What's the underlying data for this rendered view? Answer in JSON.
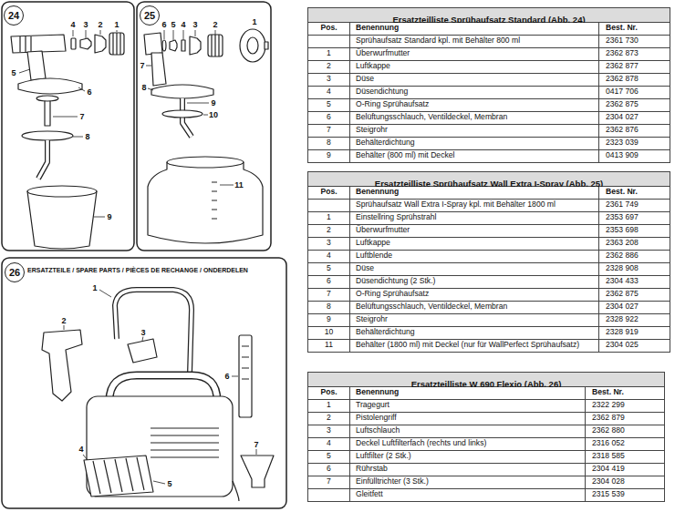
{
  "diagram": {
    "nodes": [
      {
        "text": [
          "24"
        ]
      },
      {
        "text": [
          "25"
        ]
      },
      {
        "text": [
          "26"
        ]
      },
      {
        "text": [
          "Ersatzteilliste Sprühaufsatz Standard (Abb. 24)"
        ]
      },
      {
        "text": [
          "Ersatzteilliste Sprühaufsatz Wall Extra I-Spray (Abb. 25)"
        ]
      },
      {
        "text": [
          "Ersatzteilliste W 690 Flexio (Abb. 26)"
        ]
      }
    ],
    "labels": [
      "4",
      "3",
      "2",
      "1",
      "5",
      "6",
      "7",
      "8",
      "9",
      "6",
      "5",
      "4",
      "3",
      "2",
      "1",
      "7",
      "8",
      "9",
      "10",
      "11",
      "ERSATZTEILE / SPARE PARTS / PIÈCES DE RECHANGE / ONDERDELEN",
      "1",
      "2",
      "3",
      "6",
      "4",
      "5",
      "7",
      "Pos.",
      "Benennung",
      "Best. Nr.",
      "Sprühaufsatz Standard kpl. mit Behälter 800 ml",
      "2361 730",
      "1",
      "Überwurfmutter",
      "2362 873",
      "2",
      "Luftkappe",
      "2362 877",
      "3",
      "Düse",
      "2362 878",
      "4",
      "Düsendichtung",
      "0417 706",
      "5",
      "O-Ring Sprühaufsatz",
      "2362 875",
      "6",
      "Belüftungsschlauch, Ventildeckel, Membran",
      "2304 027",
      "7",
      "Steigrohr",
      "2362 876",
      "8",
      "Behälterdichtung",
      "2323 039",
      "9",
      "Behälter (800 ml) mit Deckel",
      "0413 909",
      "Pos.",
      "Benennung",
      "Best. Nr.",
      "Sprühaufsatz Wall Extra I-Spray kpl. mit Behälter 1800 ml",
      "2361 749",
      "1",
      "Einstellring Sprühstrahl",
      "2353 697",
      "2",
      "Überwurfmutter",
      "2353 698",
      "3",
      "Luftkappe",
      "2363 208",
      "4",
      "Luftblende",
      "2362 886",
      "5",
      "Düse",
      "2328 908",
      "6",
      "Düsendichtung (2 Stk.)",
      "2304 433",
      "7",
      "O-Ring Sprühaufsatz",
      "2362 875",
      "8",
      "Belüftungsschlauch, Ventildeckel, Membran",
      "2304 027",
      "9",
      "Steigrohr",
      "2328 922",
      "10",
      "Behälterdichtung",
      "2328 919",
      "11",
      "Behälter (1800 ml) mit Deckel (nur für WallPerfect Sprühaufsatz)",
      "2304 025",
      "Pos.",
      "Benennung",
      "Best. Nr.",
      "1",
      "Tragegurt",
      "2322 299",
      "2",
      "Pistolengriff",
      "2362 879",
      "3",
      "Luftschlauch",
      "2362 880",
      "4",
      "Deckel Luftfilterfach (rechts und links)",
      "2316 052",
      "5",
      "Luftfilter (2 Stk.)",
      "2318 585",
      "6",
      "Rührstab",
      "2304 419",
      "7",
      "Einfülltrichter (3 Stk.)",
      "2304 028",
      "Gleitfett",
      "2315 539"
    ]
  }
}
